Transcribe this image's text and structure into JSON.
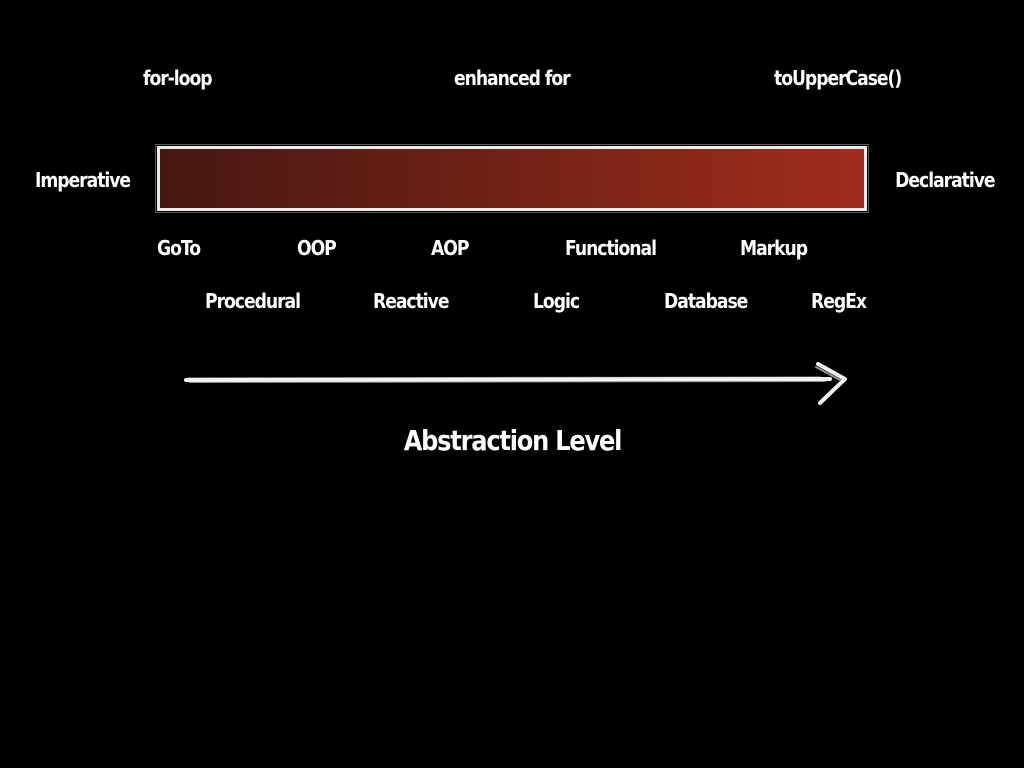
{
  "top_examples": [
    "for-loop",
    "enhanced for",
    "toUpperCase()"
  ],
  "spectrum": {
    "left_label": "Imperative",
    "right_label": "Declarative",
    "gradient_start": "#461711",
    "gradient_end": "#a02c1c"
  },
  "paradigms_row1": [
    "GoTo",
    "OOP",
    "AOP",
    "Functional",
    "Markup"
  ],
  "paradigms_row2": [
    "Procedural",
    "Reactive",
    "Logic",
    "Database",
    "RegEx"
  ],
  "axis": {
    "title": "Abstraction Level",
    "direction": "arrow-right-icon"
  }
}
